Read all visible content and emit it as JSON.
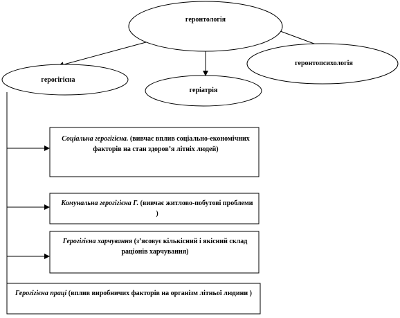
{
  "root": {
    "label": "геронтологія"
  },
  "branches": [
    {
      "id": "gerohygiene",
      "label": "герогігієна"
    },
    {
      "id": "geriatrics",
      "label": "геріатрія"
    },
    {
      "id": "gerontopsychology",
      "label": "геронтопсихологія"
    }
  ],
  "subtopics": [
    {
      "title": "Соціальна герогігієна.",
      "description": " (вивчає вплив соціально-економічних факторів на стан здоров’я літніх людей)"
    },
    {
      "title": "Комунальна герогігієна Г.",
      "description": " (вивчає житлово-побутові проблеми )"
    },
    {
      "title": "Герогігієна харчування",
      "description": " (з’ясовує кількісний і якісний склад раціонів харчування)"
    },
    {
      "title": "Герогігієна праці",
      "description": " (вплив виробничих факторів на організм літньої людини )"
    }
  ]
}
